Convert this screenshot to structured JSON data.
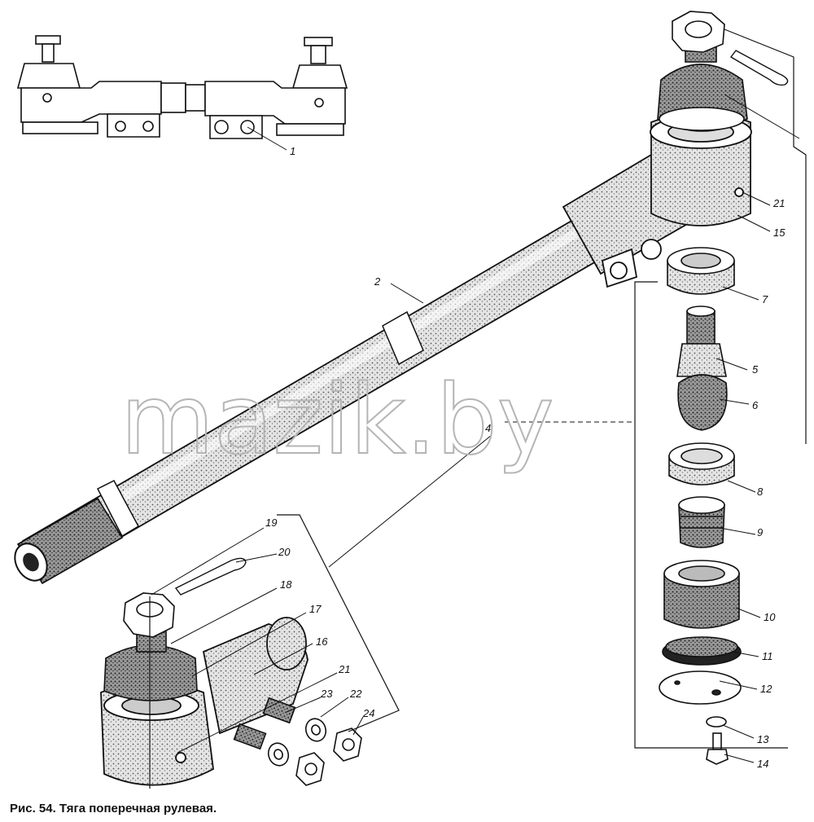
{
  "watermark": "mazik.by",
  "caption": "Рис. 54. Тяга поперечная рулевая.",
  "callouts": [
    "1",
    "2",
    "4",
    "5",
    "6",
    "7",
    "8",
    "9",
    "10",
    "11",
    "12",
    "13",
    "14",
    "15",
    "16",
    "17",
    "18",
    "19",
    "20",
    "21",
    "21",
    "22",
    "23",
    "24"
  ]
}
